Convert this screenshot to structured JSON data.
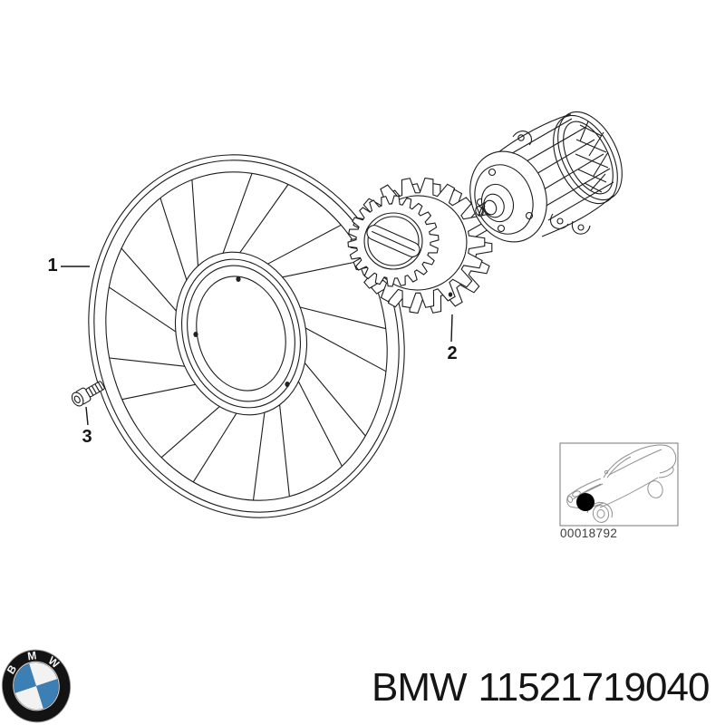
{
  "diagram": {
    "callouts": {
      "fan_wheel": "1",
      "fan_clutch": "2",
      "bolt": "3"
    },
    "thumbnail": {
      "code": "00018792"
    }
  },
  "footer": {
    "brand": "BMW",
    "part_number": "11521719040"
  },
  "logo": {
    "letters": [
      "B",
      "M",
      "W"
    ],
    "blue": "#3b7fb5"
  },
  "colors": {
    "ink": "#1c1c1c",
    "thumbnail_line": "#8f8f8f",
    "background": "#ffffff"
  }
}
